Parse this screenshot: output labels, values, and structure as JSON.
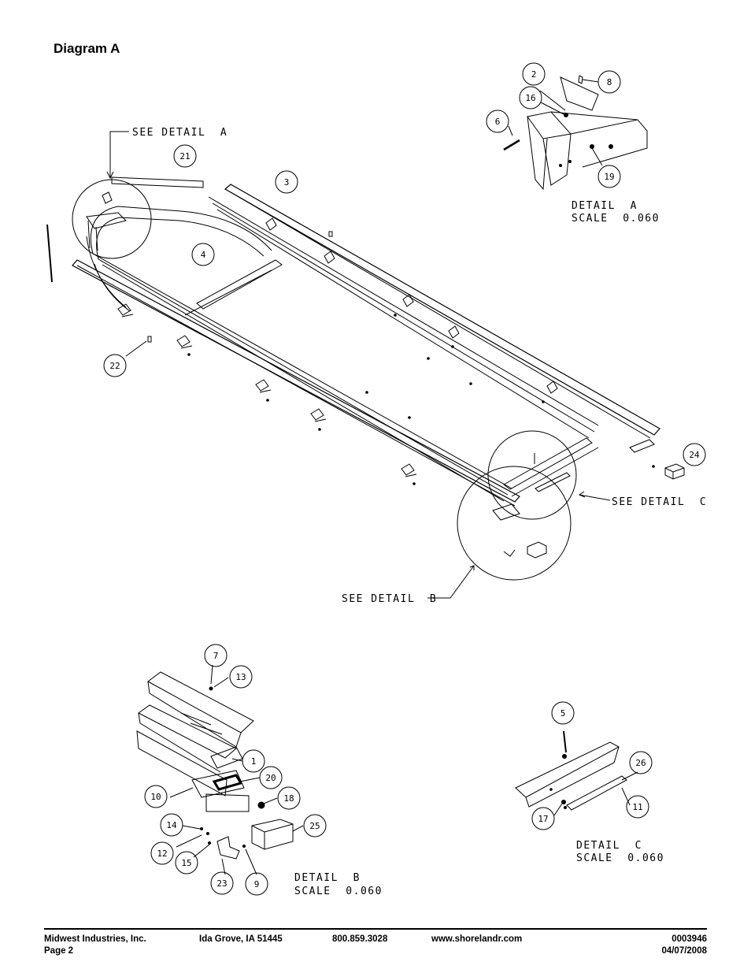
{
  "title": "Diagram A",
  "notes": {
    "see_detail_a": "SEE DETAIL  A",
    "see_detail_b": "SEE DETAIL  B",
    "see_detail_c": "SEE DETAIL  C",
    "detail_a_title": "DETAIL  A",
    "detail_a_scale": "SCALE  0.060",
    "detail_b_title": "DETAIL  B",
    "detail_b_scale": "SCALE  0.060",
    "detail_c_title": "DETAIL  C",
    "detail_c_scale": "SCALE  0.060"
  },
  "callouts": {
    "c1": "1",
    "c2": "2",
    "c3": "3",
    "c4": "4",
    "c5": "5",
    "c6": "6",
    "c7": "7",
    "c8": "8",
    "c9": "9",
    "c10": "10",
    "c11": "11",
    "c12": "12",
    "c13": "13",
    "c14": "14",
    "c15": "15",
    "c16": "16",
    "c17": "17",
    "c18": "18",
    "c19": "19",
    "c20": "20",
    "c21": "21",
    "c22": "22",
    "c23": "23",
    "c24": "24",
    "c25": "25",
    "c26": "26"
  },
  "footer": {
    "company": "Midwest Industries, Inc.",
    "page": "Page 2",
    "location": "Ida Grove, IA  51445",
    "phone": "800.859.3028",
    "website": "www.shorelandr.com",
    "doc_number": "0003946",
    "date": "04/07/2008"
  }
}
